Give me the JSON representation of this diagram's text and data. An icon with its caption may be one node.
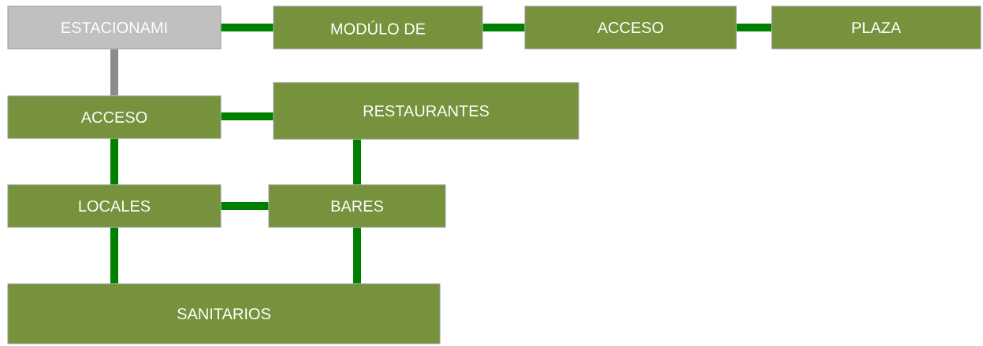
{
  "diagram": {
    "nodes": [
      {
        "text": [
          "ESTACIONAMI"
        ]
      },
      {
        "text": [
          "MODÚLO DE"
        ]
      },
      {
        "text": [
          "ACCESO"
        ]
      },
      {
        "text": [
          "PLAZA"
        ]
      },
      {
        "text": [
          "ACCESO"
        ]
      },
      {
        "text": [
          "RESTAURANTES"
        ]
      },
      {
        "text": [
          "LOCALES"
        ]
      },
      {
        "text": [
          "BARES"
        ]
      },
      {
        "text": [
          "SANITARIOS"
        ]
      }
    ],
    "edges": [
      {
        "from": 0,
        "to": 1,
        "arrow": "none"
      },
      {
        "from": 1,
        "to": 2,
        "arrow": "none"
      },
      {
        "from": 2,
        "to": 3,
        "arrow": "none"
      },
      {
        "from": 0,
        "to": 4,
        "arrow": "none",
        "color": "#8c8c8c"
      },
      {
        "from": 4,
        "to": 5,
        "arrow": "none"
      },
      {
        "from": 4,
        "to": 6,
        "arrow": "none"
      },
      {
        "from": 5,
        "to": 7,
        "arrow": "none"
      },
      {
        "from": 6,
        "to": 7,
        "arrow": "none"
      },
      {
        "from": 6,
        "to": 8,
        "arrow": "none"
      },
      {
        "from": 7,
        "to": 8,
        "arrow": "none"
      }
    ]
  }
}
